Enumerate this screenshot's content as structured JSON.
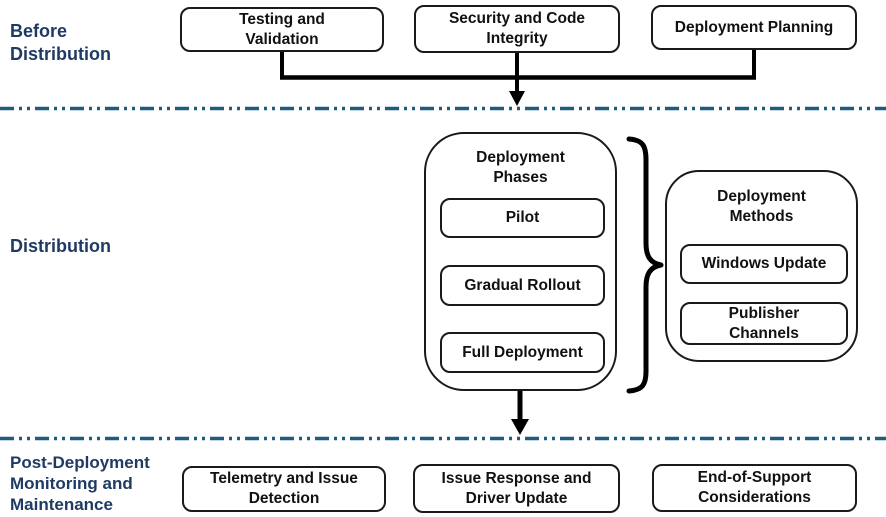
{
  "sections": {
    "before": {
      "label": "Before Distribution",
      "boxes": [
        "Testing and Validation",
        "Security and Code Integrity",
        "Deployment Planning"
      ]
    },
    "distribution": {
      "label": "Distribution",
      "phases": {
        "title": "Deployment Phases",
        "steps": [
          "Pilot",
          "Gradual Rollout",
          "Full Deployment"
        ]
      },
      "methods": {
        "title": "Deployment Methods",
        "options": [
          "Windows Update",
          "Publisher Channels"
        ]
      }
    },
    "post": {
      "label": "Post-Deployment Monitoring and Maintenance",
      "boxes": [
        "Telemetry and Issue Detection",
        "Issue Response and Driver Update",
        "End-of-Support Considerations"
      ]
    }
  },
  "colors": {
    "section_label": "#1f3a63",
    "divider": "#1f5b7d",
    "box_border": "#1a1a1a",
    "connector": "#000000",
    "background": "#ffffff"
  }
}
